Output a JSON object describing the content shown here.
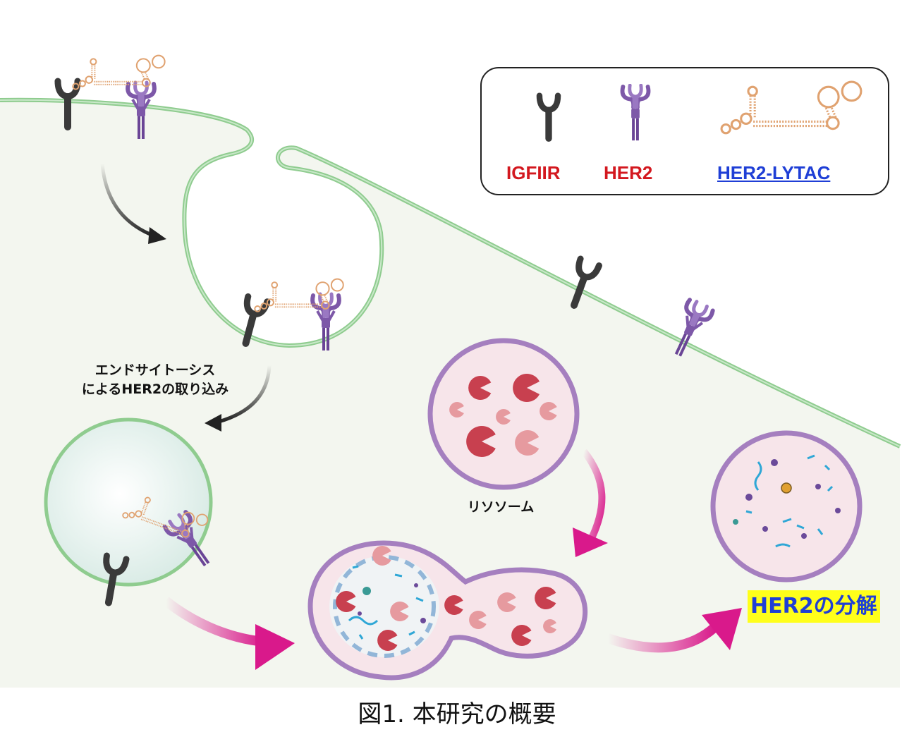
{
  "legend": {
    "igfiir_label": "IGFIIR",
    "her2_label": "HER2",
    "lytac_label": "HER2-LYTAC"
  },
  "annotations": {
    "endocytosis_line1": "エンドサイトーシス",
    "endocytosis_line2": "によるHER2の取り込み",
    "lysosome_label": "リソソーム",
    "degradation_label": "HER2の分解"
  },
  "caption": "図1. 本研究の概要",
  "colors": {
    "cytoplasm": "#f3f6ef",
    "membrane": "#8fcc8f",
    "receptor_igfiir": "#3a3a3a",
    "receptor_her2": "#7d58a8",
    "aptamer": "#e0a270",
    "lysosome_membrane": "#a57fbf",
    "lysosome_fill": "#f7e5ea",
    "enzyme": "#c8404f",
    "arrow_magenta": "#d9198b",
    "arrow_black": "#222222",
    "legend_text_red": "#d3181f",
    "legend_text_blue": "#1f3fd6",
    "highlight": "#ffff1a"
  },
  "icons": [
    "igfiir-receptor-icon",
    "her2-receptor-icon",
    "her2-lytac-aptamer-icon",
    "enzyme-pacman-icon"
  ]
}
